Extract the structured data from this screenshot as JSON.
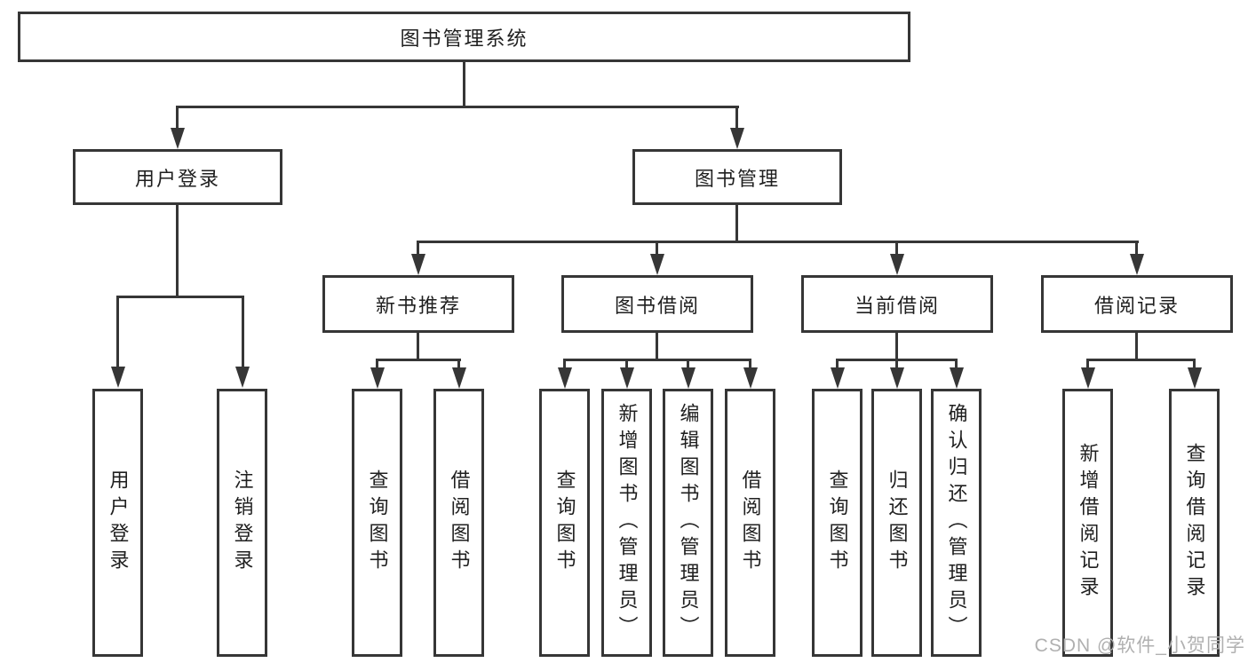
{
  "diagram_type": "hierarchy-tree",
  "tree": {
    "label": "图书管理系统",
    "children": [
      {
        "label": "用户登录",
        "children": [
          {
            "label": "用户登录"
          },
          {
            "label": "注销登录"
          }
        ]
      },
      {
        "label": "图书管理",
        "children": [
          {
            "label": "新书推荐",
            "children": [
              {
                "label": "查询图书"
              },
              {
                "label": "借阅图书"
              }
            ]
          },
          {
            "label": "图书借阅",
            "children": [
              {
                "label": "查询图书"
              },
              {
                "label": "新增图书（管理员）"
              },
              {
                "label": "编辑图书（管理员）"
              },
              {
                "label": "借阅图书"
              }
            ]
          },
          {
            "label": "当前借阅",
            "children": [
              {
                "label": "查询图书"
              },
              {
                "label": "归还图书"
              },
              {
                "label": "确认归还（管理员）"
              }
            ]
          },
          {
            "label": "借阅记录",
            "children": [
              {
                "label": "新增借阅记录"
              },
              {
                "label": "查询借阅记录"
              }
            ]
          }
        ]
      }
    ]
  },
  "watermark": {
    "text": "CSDN @软件_小贺同学"
  },
  "colors": {
    "line": "#363636",
    "text": "#1f1f1f",
    "watermark": "#b0b0b0",
    "background": "#ffffff"
  }
}
